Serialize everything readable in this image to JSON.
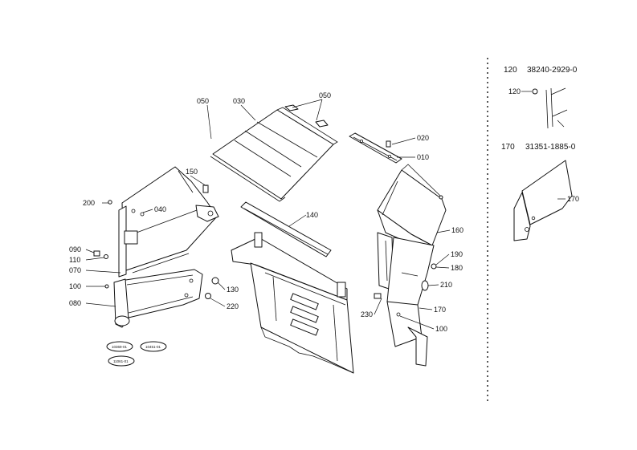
{
  "callouts": [
    {
      "id": "p050a",
      "text": "050"
    },
    {
      "id": "p030",
      "text": "030"
    },
    {
      "id": "p050b",
      "text": "050"
    },
    {
      "id": "p020",
      "text": "020"
    },
    {
      "id": "p010",
      "text": "010"
    },
    {
      "id": "p150",
      "text": "150"
    },
    {
      "id": "p200",
      "text": "200"
    },
    {
      "id": "p040",
      "text": "040"
    },
    {
      "id": "p140",
      "text": "140"
    },
    {
      "id": "p160",
      "text": "160"
    },
    {
      "id": "p090",
      "text": "090"
    },
    {
      "id": "p110",
      "text": "110"
    },
    {
      "id": "p070",
      "text": "070"
    },
    {
      "id": "p190",
      "text": "190"
    },
    {
      "id": "p180",
      "text": "180"
    },
    {
      "id": "p100a",
      "text": "100"
    },
    {
      "id": "p130",
      "text": "130"
    },
    {
      "id": "p210",
      "text": "210"
    },
    {
      "id": "p080",
      "text": "080"
    },
    {
      "id": "p220",
      "text": "220"
    },
    {
      "id": "p170",
      "text": "170"
    },
    {
      "id": "p230",
      "text": "230"
    },
    {
      "id": "p100b",
      "text": "100"
    }
  ],
  "reference_tags": [
    "10369-01",
    "10451-01",
    "11061-01"
  ],
  "detail_panels": [
    {
      "id": "d120",
      "item": "120",
      "part_number": "38240-2929-0",
      "callout": "120"
    },
    {
      "id": "d170",
      "item": "170",
      "part_number": "31351-1885-0",
      "callout": "170"
    }
  ],
  "colors": {
    "ink": "#111111",
    "paper": "#ffffff"
  }
}
